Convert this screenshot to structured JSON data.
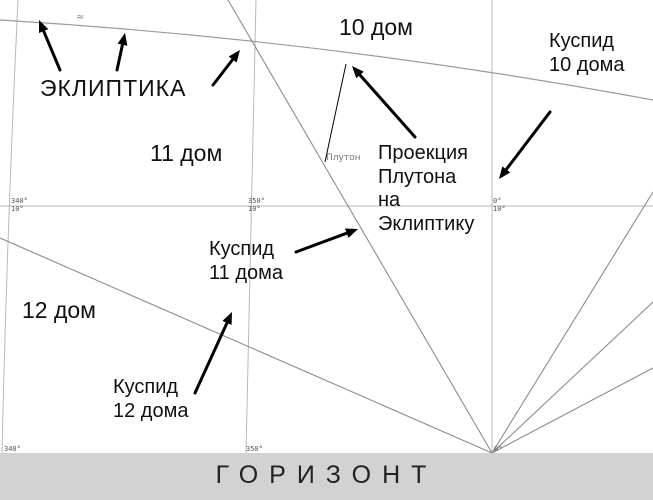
{
  "houses": {
    "h10": "10 дом",
    "h11": "11 дом",
    "h12": "12 дом"
  },
  "labels": {
    "ecliptic": "ЭКЛИПТИКА",
    "cusp10": "Куспид\n10 дома",
    "cusp11": "Куспид\n11 дома",
    "cusp12": "Куспид\n12 дома",
    "projection": "Проекция\nПлутона\nна\nЭклиптику",
    "pluto": "Плутон",
    "horizon": "ГОРИЗОНТ",
    "ecliptic_symbol": "≈"
  },
  "grid_labels": {
    "deg340_mid": "340°\n10°",
    "deg350_mid": "350°\n10°",
    "deg0_mid": "0°\n10°",
    "deg340_bottom": "340°",
    "deg350_bottom": "350°",
    "deg0_bottom": "0°"
  },
  "colors": {
    "grid": "#b8b8b8",
    "house_line": "#8c8c8c",
    "arrow": "#000000",
    "horizon_band": "#d2d2d2",
    "text": "#111111"
  }
}
